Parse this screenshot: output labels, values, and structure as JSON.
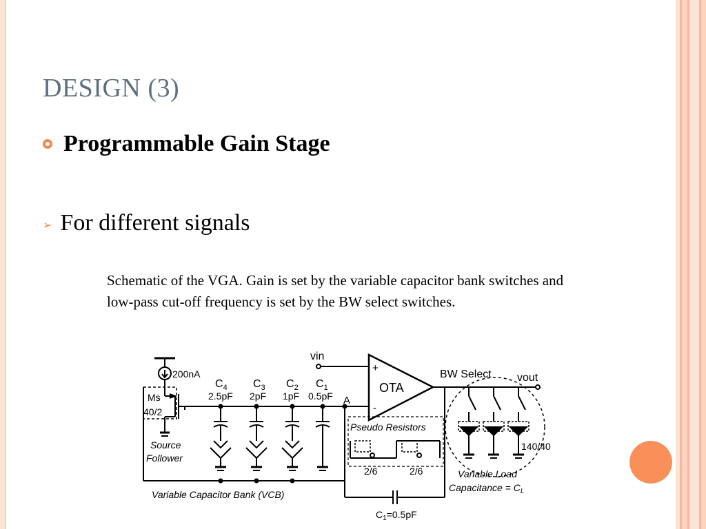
{
  "slide": {
    "title": "DESIGN (3)",
    "bullet_main": "Programmable Gain Stage",
    "bullet_sub": "For different signals",
    "caption": "Schematic of the VGA. Gain is set by the variable capacitor bank switches and low-pass cut-off frequency is set by the BW select switches."
  },
  "schematic": {
    "vin": "vin",
    "current_source": "200nA",
    "ms_label": "Ms",
    "ms_size": "40/2",
    "source_follower_1": "Source",
    "source_follower_2": "Follower",
    "c4": "C",
    "c4_sub": "4",
    "c4_val": "2.5pF",
    "c3": "C",
    "c3_sub": "3",
    "c3_val": "2pF",
    "c2": "C",
    "c2_sub": "2",
    "c2_val": "1pF",
    "c1": "C",
    "c1_sub": "1",
    "c1_val": "0.5pF",
    "node_a": "A",
    "plus": "+",
    "minus": "-",
    "ota": "OTA",
    "bw_select": "BW Select",
    "vout": "vout",
    "pseudo_resistors": "Pseudo Resistors",
    "ratio1": "2/6",
    "ratio2": "2/6",
    "ratio3": "140/40",
    "feedback_cap": "C",
    "feedback_cap_sub": "1",
    "feedback_cap_val": "=0.5pF",
    "vcb_label": "Variable Capacitor Bank (VCB)",
    "load_label_1": "Variable Load",
    "load_label_2": "Capacitance = C",
    "load_label_sub": "L"
  },
  "colors": {
    "accent": "#f08a4b",
    "title": "#5f6f80",
    "circle": "#f9905a"
  }
}
